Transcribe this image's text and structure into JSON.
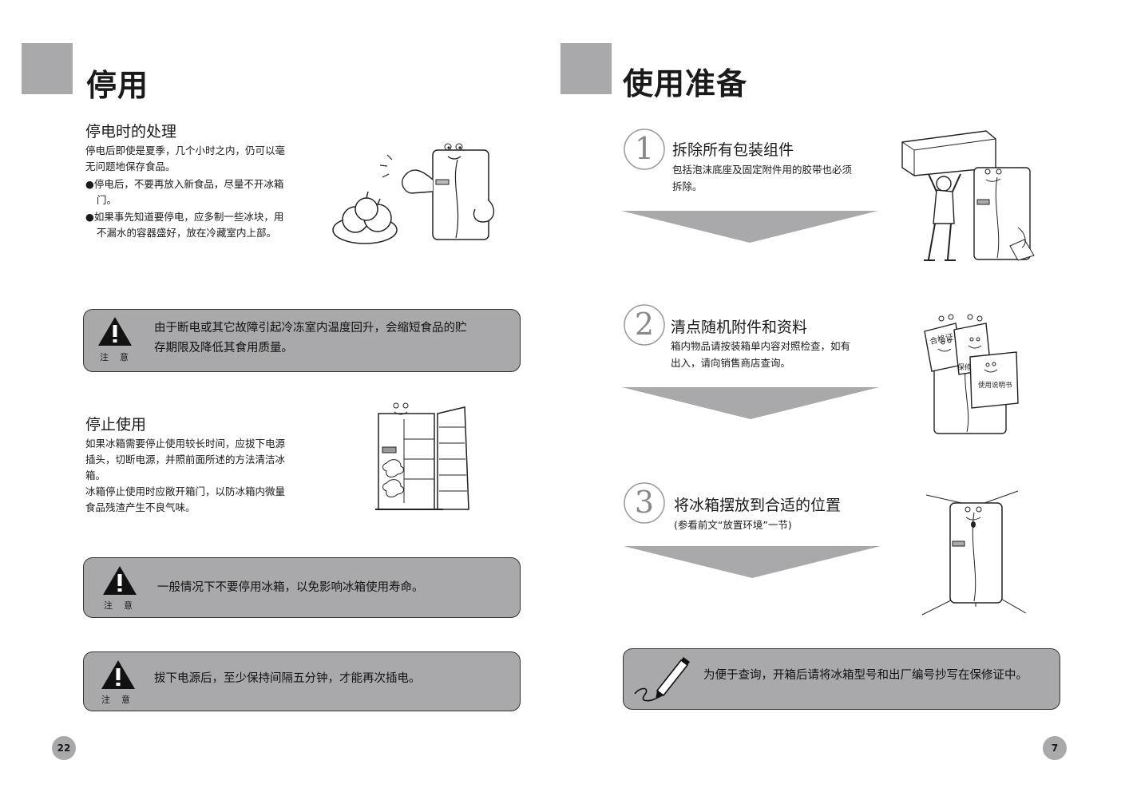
{
  "left": {
    "title": "停用",
    "power_outage": {
      "heading": "停电时的处理",
      "intro": [
        "停电后即使是夏季，几个小时之内，仍可以毫",
        "无问题地保存食品。"
      ],
      "bullets": [
        [
          "●停电后，不要再放入新食品，尽量不开冰箱",
          "门。"
        ],
        [
          "●如果事先知道要停电，应多制一些冰块，用",
          "不漏水的容器盛好，放在冷藏室内上部。"
        ]
      ]
    },
    "note1": {
      "label": "注意",
      "lines": [
        "由于断电或其它故障引起冷冻室内温度回升，会缩短食品的贮",
        "存期限及降低其食用质量。"
      ]
    },
    "stop_use": {
      "heading": "停止使用",
      "lines": [
        "如果冰箱需要停止使用较长时间，应拔下电源",
        "插头，切断电源，并照前面所述的方法清洁冰",
        "箱。",
        "冰箱停止使用时应敞开箱门，以防冰箱内微量",
        "食品残渣产生不良气味。"
      ]
    },
    "note2": {
      "label": "注意",
      "lines": [
        "一般情况下不要停用冰箱，以免影响冰箱使用寿命。"
      ]
    },
    "note3": {
      "label": "注意",
      "lines": [
        "拔下电源后，至少保持间隔五分钟，才能再次插电。"
      ]
    },
    "page_number": "22"
  },
  "right": {
    "title": "使用准备",
    "steps": [
      {
        "num": "1",
        "title": "拆除所有包装组件",
        "desc": [
          "包括泡沫底座及固定附件用的胶带也必须",
          "拆除。"
        ]
      },
      {
        "num": "2",
        "title": "清点随机附件和资料",
        "desc": [
          "箱内物品请按装箱单内容对照检查，如有",
          "出入，请向销售商店查询。"
        ]
      },
      {
        "num": "3",
        "title": "将冰箱摆放到合适的位置",
        "desc": [
          "(参看前文“放置环境”一节)"
        ]
      }
    ],
    "docs": {
      "cert": "合格证",
      "warranty": "保修证",
      "manual": "使用说明书"
    },
    "tip": "为便于查询，开箱后请将冰箱型号和出厂编号抄写在保修证中。",
    "page_number": "7"
  },
  "colors": {
    "box_gray": "#a9a9ab",
    "text": "#1a1a1a",
    "arrow_gray": "#a9a9ab"
  }
}
